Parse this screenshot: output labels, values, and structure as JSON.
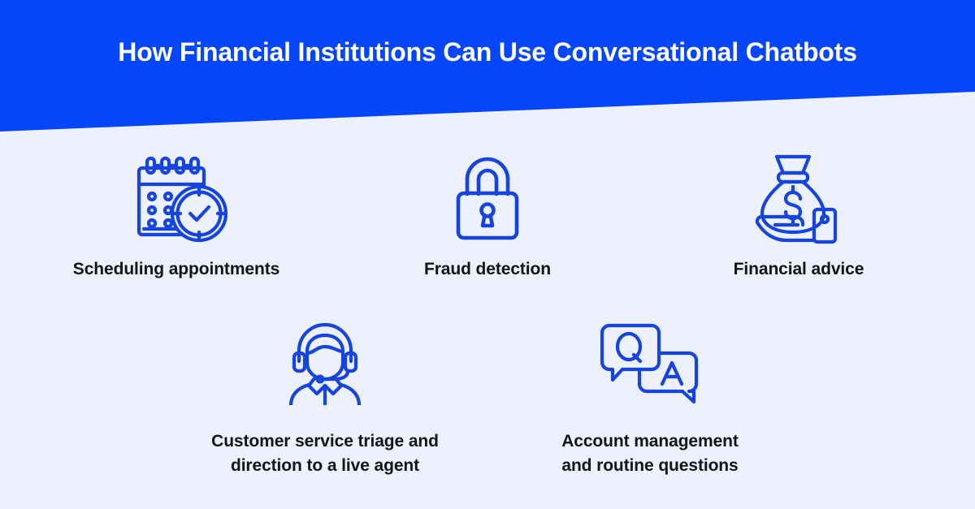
{
  "header": {
    "title": "How Financial Institutions Can Use Conversational Chatbots",
    "background_color": "#0546FB",
    "text_color": "#FFFFFF"
  },
  "theme": {
    "page_background": "#EDF0FD",
    "accent_blue": "#0546FB",
    "icon_stroke": "#1544E0",
    "label_color": "#13131A"
  },
  "rows": [
    {
      "items": [
        {
          "icon": "calendar-clock-icon",
          "label": "Scheduling appointments"
        },
        {
          "icon": "padlock-icon",
          "label": "Fraud detection"
        },
        {
          "icon": "money-bag-hand-icon",
          "label": "Financial advice"
        }
      ]
    },
    {
      "items": [
        {
          "icon": "headset-agent-icon",
          "label_line1": "Customer service triage and",
          "label_line2": "direction to a live agent"
        },
        {
          "icon": "qa-speech-bubbles-icon",
          "label_line1": "Account management",
          "label_line2": "and routine questions"
        }
      ]
    }
  ]
}
